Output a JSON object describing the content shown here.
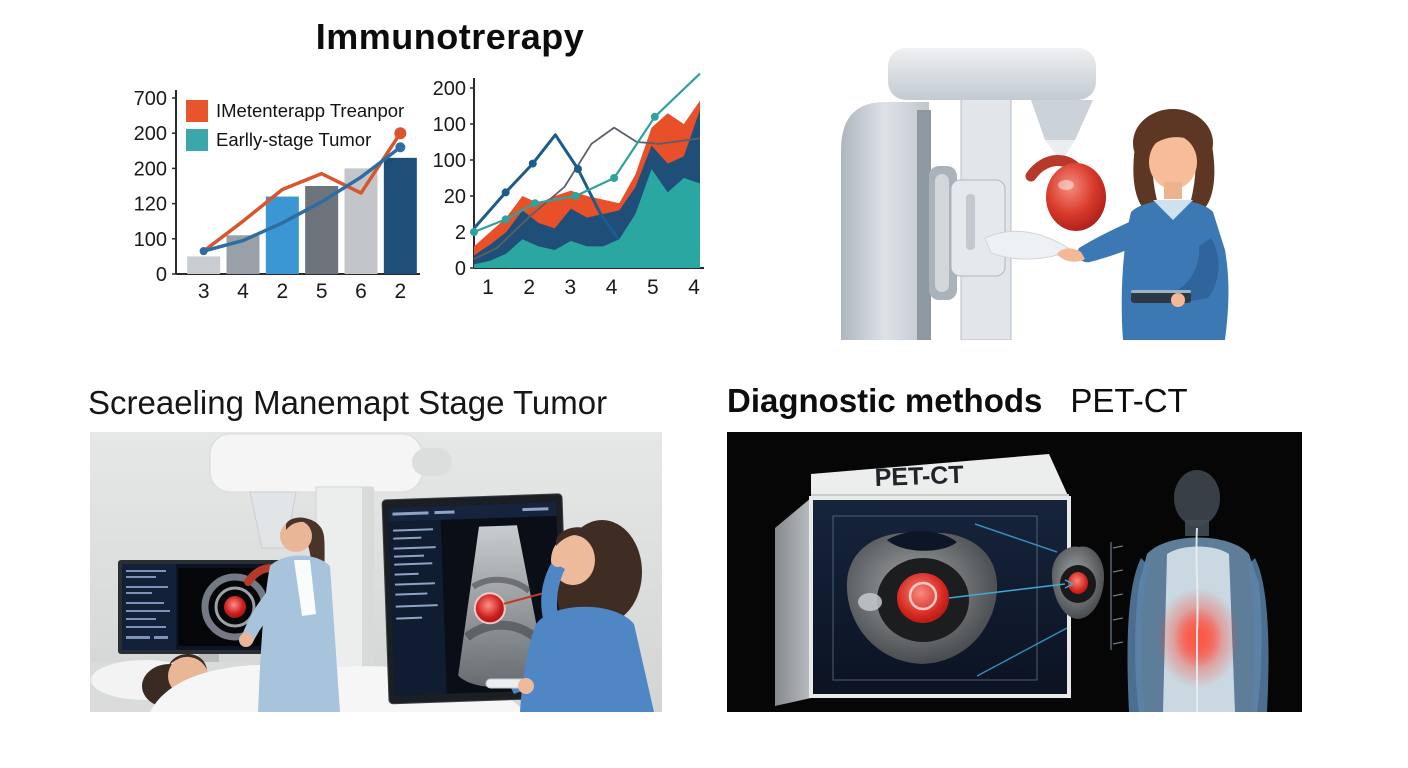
{
  "header": {
    "title": "Immunotrerapy"
  },
  "sections": {
    "screening": {
      "caption": "Screaeling Manemapt Stage Tumor"
    },
    "diagnostic": {
      "heading_bold": "Diagnostic methods",
      "heading_suffix": "PET-CT",
      "panel_label": "PET-CT"
    }
  },
  "colors": {
    "orange": "#e8502a",
    "teal": "#2aa7a0",
    "navy": "#1f4e79",
    "steel_blue": "#3b97d3",
    "line_blue": "#2e6da4",
    "gray_line": "#5a6068",
    "title_text": "#0c0c0c"
  },
  "chart_data": [
    {
      "type": "bar",
      "title": "",
      "legend": [
        {
          "label": "IMetenterapp Treanpor",
          "color": "#e8542c"
        },
        {
          "label": "Earlly-stage Tumor",
          "color": "#3aa8ab"
        }
      ],
      "y_tick_labels": [
        "700",
        "200",
        "200",
        "120",
        "100",
        "0"
      ],
      "categories": [
        "3",
        "4",
        "2",
        "5",
        "6",
        "2"
      ],
      "bars": {
        "values_pct": [
          10,
          22,
          44,
          50,
          60,
          66
        ],
        "colors": [
          "#c9cdd2",
          "#9aa0a7",
          "#3b97d3",
          "#6e747b",
          "#c2c6cb",
          "#1f4e79"
        ]
      },
      "series": [
        {
          "name": "IMetenterapp Treanpor",
          "type": "line",
          "color": "#d9552e",
          "values_pct": [
            13,
            30,
            48,
            57,
            46,
            80
          ]
        },
        {
          "name": "Earlly-stage Tumor",
          "type": "line",
          "color": "#2e6da4",
          "values_pct": [
            13,
            19,
            29,
            41,
            55,
            72
          ]
        }
      ],
      "grid": false,
      "legend_position": "top-left"
    },
    {
      "type": "area",
      "title": "",
      "y_tick_labels": [
        "200",
        "100",
        "100",
        "20",
        "2",
        "0"
      ],
      "x_tick_labels": [
        "1",
        "2",
        "3",
        "4",
        "5",
        "4"
      ],
      "areas": [
        {
          "name": "orange-area",
          "color": "#e8502a",
          "top_pct": [
            12,
            20,
            28,
            40,
            36,
            40,
            43,
            40,
            38,
            36,
            52,
            78,
            86,
            80,
            93
          ]
        },
        {
          "name": "navy-area",
          "color": "#1f4e79",
          "top_pct": [
            7,
            13,
            20,
            32,
            25,
            22,
            33,
            28,
            30,
            32,
            45,
            68,
            58,
            62,
            88
          ]
        },
        {
          "name": "teal-area",
          "color": "#2aa7a0",
          "top_pct": [
            2,
            4,
            8,
            16,
            12,
            10,
            15,
            12,
            12,
            16,
            30,
            55,
            42,
            50,
            47
          ]
        }
      ],
      "lines": [
        {
          "name": "gray-line",
          "color": "#5a6068",
          "width": 1.8,
          "x_pct": [
            0,
            10,
            25,
            40,
            52,
            62,
            72,
            82,
            100
          ],
          "y_pct": [
            5,
            11,
            29,
            45,
            69,
            78,
            70,
            69,
            72
          ],
          "markers": []
        },
        {
          "name": "navy-line",
          "color": "#1c5c8c",
          "width": 3,
          "x_pct": [
            0,
            14,
            26,
            36,
            46,
            56,
            64
          ],
          "y_pct": [
            22,
            42,
            58,
            74,
            55,
            30,
            16
          ],
          "markers": [
            1,
            2,
            4
          ]
        },
        {
          "name": "teal-line",
          "color": "#2fa39b",
          "width": 2.2,
          "x_pct": [
            0,
            14,
            27,
            45,
            62,
            80,
            100
          ],
          "y_pct": [
            20,
            27,
            36,
            40,
            50,
            84,
            108
          ],
          "markers": [
            0,
            1,
            2,
            3,
            4,
            5
          ]
        }
      ],
      "grid": false
    }
  ]
}
